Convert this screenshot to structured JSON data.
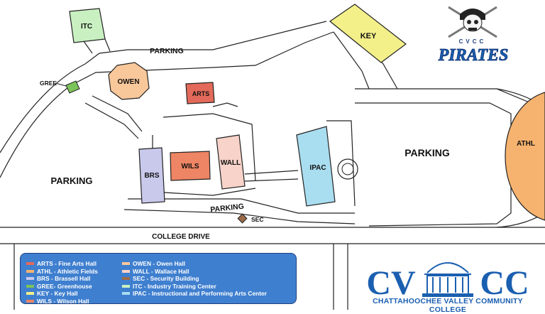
{
  "map": {
    "buildings": {
      "itc": {
        "code": "ITC",
        "color": "#c9f0c1"
      },
      "key": {
        "code": "KEY",
        "color": "#f3f08a"
      },
      "owen": {
        "code": "OWEN",
        "color": "#f8c79a"
      },
      "arts": {
        "code": "ARTS",
        "color": "#e36a5a"
      },
      "brs": {
        "code": "BRS",
        "color": "#c9c9ec"
      },
      "wils": {
        "code": "WILS",
        "color": "#ee8564"
      },
      "wall": {
        "code": "WALL",
        "color": "#f7d3c9"
      },
      "ipac": {
        "code": "IPAC",
        "color": "#a9ddf0"
      },
      "athl": {
        "code": "ATHL",
        "color": "#f6b36f"
      },
      "gree": {
        "code": "GREE",
        "color": "#7cc35a"
      },
      "sec": {
        "code": "SEC",
        "color": "#9b6b48"
      }
    },
    "parking_labels": [
      "PARKING",
      "PARKING",
      "PARKING",
      "PARKING"
    ],
    "road_label": "COLLEGE DRIVE"
  },
  "mascot": {
    "letters": "CVCC",
    "team_name": "PIRATES"
  },
  "legend": {
    "column1": [
      {
        "text": "ARTS - Fine Arts Hall",
        "color": "#e36a5a"
      },
      {
        "text": "ATHL - Athletic Fields",
        "color": "#f6b36f"
      },
      {
        "text": "BRS - Brassell Hall",
        "color": "#c9c9ec"
      },
      {
        "text": "GREE- Greenhouse",
        "color": "#7cc35a"
      },
      {
        "text": "KEY - Key Hall",
        "color": "#f3f08a"
      },
      {
        "text": "WILS - Wilson Hall",
        "color": "#ee8564"
      }
    ],
    "column2": [
      {
        "text": "OWEN - Owen Hall",
        "color": "#f8c79a"
      },
      {
        "text": "WALL - Wallace Hall",
        "color": "#f7d3c9"
      },
      {
        "text": "SEC - Security Building",
        "color": "#9b6b48"
      },
      {
        "text": "ITC - Industry Training Center",
        "color": "#c9f0c1"
      },
      {
        "text": "IPAC - Instructional and Performing Arts Center",
        "color": "#a9ddf0"
      }
    ]
  },
  "logo": {
    "left_text": "CV",
    "right_text": "CC",
    "college_name": "CHATTAHOOCHEE VALLEY COMMUNITY COLLEGE",
    "brand_color": "#1b5fb0"
  }
}
